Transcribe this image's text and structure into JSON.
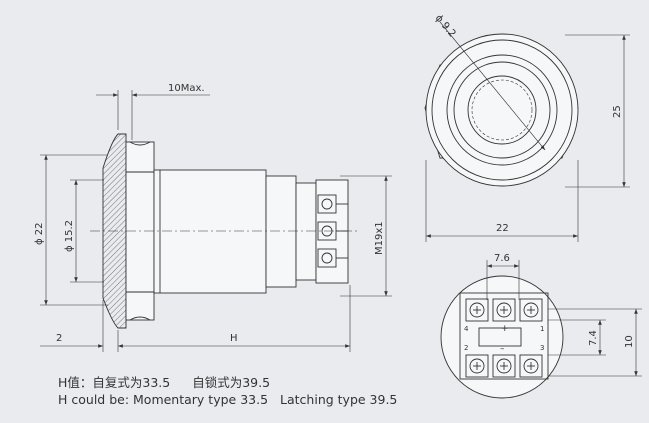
{
  "dims": {
    "max_10": "10Max.",
    "phi22": "ϕ 22",
    "phi15_2": "ϕ 15.2",
    "m19": "M19x1",
    "d2": "2",
    "H": "H",
    "phi9_2": "ϕ 9.2",
    "d25": "25",
    "d22": "22",
    "d7_6": "7.6",
    "d7_4": "7.4",
    "d10": "10"
  },
  "terminals": {
    "t4": "4",
    "t1": "1",
    "t2": "2",
    "t3": "3",
    "plus": "+",
    "minus": "–"
  },
  "notes": {
    "cn_label": "H值：自复式为33.5",
    "cn_latch": "自锁式为39.5",
    "en_label": "H could be: Momentary type 33.5",
    "en_latch": "Latching type 39.5"
  }
}
